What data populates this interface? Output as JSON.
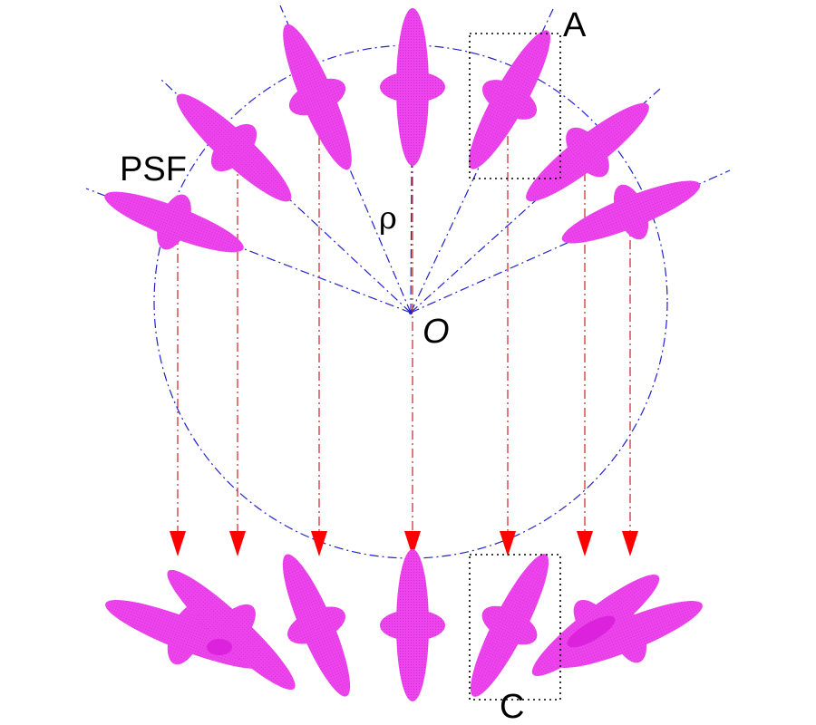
{
  "labels": {
    "psf": "PSF",
    "origin": "O",
    "radius": "ρ",
    "box_top": "A",
    "box_bottom": "C"
  },
  "colors": {
    "psf_fill": "#ee44ee",
    "circle_line": "#2222cc",
    "projection_line": "#cc2222",
    "arrow_head": "#ff0000",
    "box_line": "#000000"
  }
}
